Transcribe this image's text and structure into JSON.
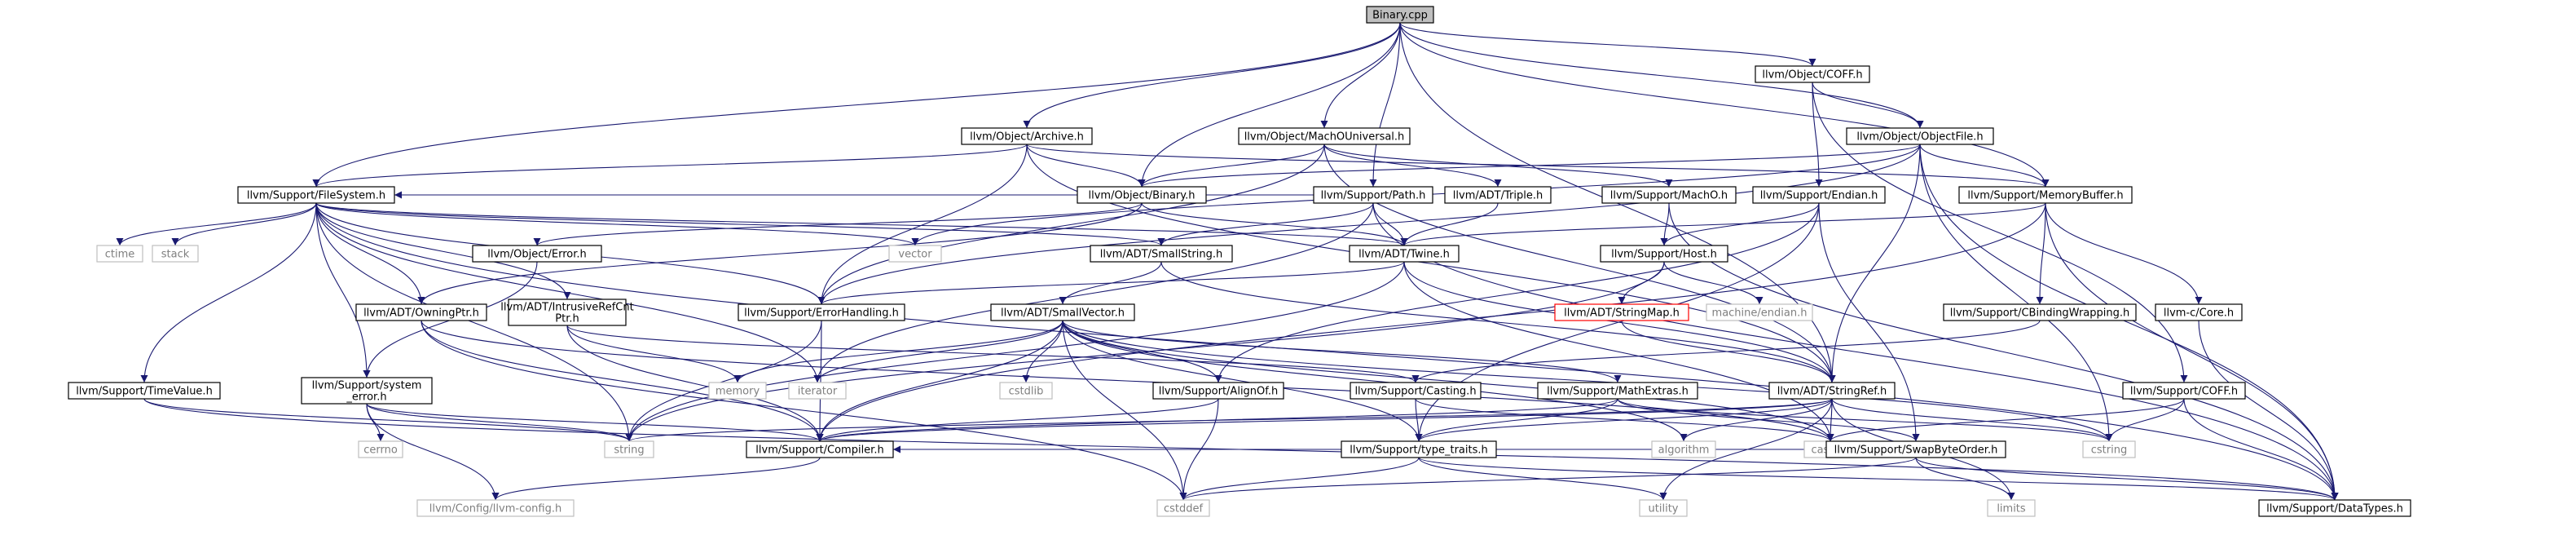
{
  "colors": {
    "edge": "#191970",
    "box_border": "#000000",
    "root_fill": "#bfbfbf",
    "external_border": "#bfbfbf",
    "external_text": "#7f7f7f",
    "truncated_border": "#ff0000",
    "text": "#000000"
  },
  "nodes": [
    {
      "id": "binary_cpp",
      "label": "Binary.cpp",
      "kind": "root"
    },
    {
      "id": "object_coff",
      "label": "llvm/Object/COFF.h",
      "kind": "normal"
    },
    {
      "id": "object_archive",
      "label": "llvm/Object/Archive.h",
      "kind": "normal"
    },
    {
      "id": "object_machouniversal",
      "label": "llvm/Object/MachOUniversal.h",
      "kind": "normal"
    },
    {
      "id": "object_objectfile",
      "label": "llvm/Object/ObjectFile.h",
      "kind": "normal"
    },
    {
      "id": "support_filesystem",
      "label": "llvm/Support/FileSystem.h",
      "kind": "normal"
    },
    {
      "id": "object_binary",
      "label": "llvm/Object/Binary.h",
      "kind": "normal"
    },
    {
      "id": "support_path",
      "label": "llvm/Support/Path.h",
      "kind": "normal"
    },
    {
      "id": "adt_triple",
      "label": "llvm/ADT/Triple.h",
      "kind": "normal"
    },
    {
      "id": "support_macho",
      "label": "llvm/Support/MachO.h",
      "kind": "normal"
    },
    {
      "id": "support_endian",
      "label": "llvm/Support/Endian.h",
      "kind": "normal"
    },
    {
      "id": "support_memorybuffer",
      "label": "llvm/Support/MemoryBuffer.h",
      "kind": "normal"
    },
    {
      "id": "ctime",
      "label": "ctime",
      "kind": "external"
    },
    {
      "id": "stack",
      "label": "stack",
      "kind": "external"
    },
    {
      "id": "vector",
      "label": "vector",
      "kind": "external"
    },
    {
      "id": "object_error",
      "label": "llvm/Object/Error.h",
      "kind": "normal"
    },
    {
      "id": "adt_smallstring",
      "label": "llvm/ADT/SmallString.h",
      "kind": "normal"
    },
    {
      "id": "adt_twine",
      "label": "llvm/ADT/Twine.h",
      "kind": "normal"
    },
    {
      "id": "support_host",
      "label": "llvm/Support/Host.h",
      "kind": "normal"
    },
    {
      "id": "adt_owningptr",
      "label": "llvm/ADT/OwningPtr.h",
      "kind": "normal"
    },
    {
      "id": "adt_intrusiverefcntptr",
      "label": "llvm/ADT/IntrusiveRefCnt\nPtr.h",
      "kind": "normal"
    },
    {
      "id": "support_errorhandling",
      "label": "llvm/Support/ErrorHandling.h",
      "kind": "normal"
    },
    {
      "id": "adt_stringmap",
      "label": "llvm/ADT/StringMap.h",
      "kind": "truncated"
    },
    {
      "id": "machine_endian",
      "label": "machine/endian.h",
      "kind": "external"
    },
    {
      "id": "support_cbindingwrapping",
      "label": "llvm/Support/CBindingWrapping.h",
      "kind": "normal"
    },
    {
      "id": "llvm_c_core",
      "label": "llvm-c/Core.h",
      "kind": "normal"
    },
    {
      "id": "adt_smallvector",
      "label": "llvm/ADT/SmallVector.h",
      "kind": "normal"
    },
    {
      "id": "timevalue",
      "label": "llvm/Support/TimeValue.h",
      "kind": "normal"
    },
    {
      "id": "system_error",
      "label": "llvm/Support/system\n_error.h",
      "kind": "normal"
    },
    {
      "id": "memory",
      "label": "memory",
      "kind": "external"
    },
    {
      "id": "iterator",
      "label": "iterator",
      "kind": "external"
    },
    {
      "id": "cstdlib",
      "label": "cstdlib",
      "kind": "external"
    },
    {
      "id": "support_alignof",
      "label": "llvm/Support/AlignOf.h",
      "kind": "normal"
    },
    {
      "id": "support_casting",
      "label": "llvm/Support/Casting.h",
      "kind": "normal"
    },
    {
      "id": "support_mathextras",
      "label": "llvm/Support/MathExtras.h",
      "kind": "normal"
    },
    {
      "id": "adt_stringref",
      "label": "llvm/ADT/StringRef.h",
      "kind": "normal"
    },
    {
      "id": "support_coff",
      "label": "llvm/Support/COFF.h",
      "kind": "normal"
    },
    {
      "id": "cerrno",
      "label": "cerrno",
      "kind": "external"
    },
    {
      "id": "string",
      "label": "string",
      "kind": "external"
    },
    {
      "id": "support_compiler",
      "label": "llvm/Support/Compiler.h",
      "kind": "normal"
    },
    {
      "id": "type_traits",
      "label": "llvm/Support/type_traits.h",
      "kind": "normal"
    },
    {
      "id": "cassert",
      "label": "cassert",
      "kind": "external"
    },
    {
      "id": "algorithm",
      "label": "algorithm",
      "kind": "external"
    },
    {
      "id": "cstring",
      "label": "cstring",
      "kind": "external"
    },
    {
      "id": "swapbyteorder",
      "label": "llvm/Support/SwapByteOrder.h",
      "kind": "normal"
    },
    {
      "id": "config",
      "label": "llvm/Config/llvm-config.h",
      "kind": "external"
    },
    {
      "id": "cstddef",
      "label": "cstddef",
      "kind": "external"
    },
    {
      "id": "utility",
      "label": "utility",
      "kind": "external"
    },
    {
      "id": "limits",
      "label": "limits",
      "kind": "external"
    },
    {
      "id": "datatypes",
      "label": "llvm/Support/DataTypes.h",
      "kind": "normal"
    }
  ],
  "edges": [
    [
      "binary_cpp",
      "object_coff"
    ],
    [
      "binary_cpp",
      "object_archive"
    ],
    [
      "binary_cpp",
      "object_machouniversal"
    ],
    [
      "binary_cpp",
      "object_objectfile"
    ],
    [
      "binary_cpp",
      "support_filesystem"
    ],
    [
      "binary_cpp",
      "object_binary"
    ],
    [
      "binary_cpp",
      "support_path"
    ],
    [
      "binary_cpp",
      "support_memorybuffer"
    ],
    [
      "binary_cpp",
      "adt_stringref"
    ],
    [
      "object_coff",
      "object_objectfile"
    ],
    [
      "object_coff",
      "support_endian"
    ],
    [
      "object_coff",
      "support_coff"
    ],
    [
      "object_archive",
      "support_filesystem"
    ],
    [
      "object_archive",
      "object_binary"
    ],
    [
      "object_archive",
      "adt_stringref"
    ],
    [
      "object_archive",
      "support_memorybuffer"
    ],
    [
      "object_archive",
      "support_errorhandling"
    ],
    [
      "object_machouniversal",
      "object_binary"
    ],
    [
      "object_machouniversal",
      "adt_triple"
    ],
    [
      "object_machouniversal",
      "support_macho"
    ],
    [
      "object_machouniversal",
      "adt_stringref"
    ],
    [
      "object_machouniversal",
      "support_errorhandling"
    ],
    [
      "object_objectfile",
      "object_binary"
    ],
    [
      "object_objectfile",
      "support_memorybuffer"
    ],
    [
      "object_objectfile",
      "datatypes"
    ],
    [
      "object_objectfile",
      "support_errorhandling"
    ],
    [
      "object_objectfile",
      "adt_stringref"
    ],
    [
      "object_objectfile",
      "cstring"
    ],
    [
      "object_objectfile",
      "vector"
    ],
    [
      "support_filesystem",
      "ctime"
    ],
    [
      "support_filesystem",
      "stack"
    ],
    [
      "support_filesystem",
      "vector"
    ],
    [
      "support_filesystem",
      "adt_smallstring"
    ],
    [
      "support_filesystem",
      "adt_twine"
    ],
    [
      "support_filesystem",
      "adt_owningptr"
    ],
    [
      "support_filesystem",
      "adt_intrusiverefcntptr"
    ],
    [
      "support_filesystem",
      "support_errorhandling"
    ],
    [
      "support_filesystem",
      "timevalue"
    ],
    [
      "support_filesystem",
      "system_error"
    ],
    [
      "support_filesystem",
      "string"
    ],
    [
      "support_filesystem",
      "iterator"
    ],
    [
      "support_filesystem",
      "datatypes"
    ],
    [
      "object_binary",
      "object_error"
    ],
    [
      "object_binary",
      "adt_owningptr"
    ],
    [
      "object_binary",
      "adt_twine"
    ],
    [
      "support_path",
      "adt_smallstring"
    ],
    [
      "support_path",
      "adt_twine"
    ],
    [
      "support_path",
      "support_filesystem"
    ],
    [
      "support_path",
      "iterator"
    ],
    [
      "support_path",
      "datatypes"
    ],
    [
      "adt_triple",
      "adt_twine"
    ],
    [
      "support_macho",
      "support_host"
    ],
    [
      "support_macho",
      "datatypes"
    ],
    [
      "support_endian",
      "support_host"
    ],
    [
      "support_endian",
      "swapbyteorder"
    ],
    [
      "support_endian",
      "type_traits"
    ],
    [
      "support_endian",
      "support_alignof"
    ],
    [
      "support_memorybuffer",
      "adt_twine"
    ],
    [
      "support_memorybuffer",
      "support_cbindingwrapping"
    ],
    [
      "support_memorybuffer",
      "llvm_c_core"
    ],
    [
      "support_memorybuffer",
      "support_compiler"
    ],
    [
      "support_memorybuffer",
      "datatypes"
    ],
    [
      "object_error",
      "system_error"
    ],
    [
      "adt_smallstring",
      "adt_smallvector"
    ],
    [
      "adt_smallstring",
      "adt_stringref"
    ],
    [
      "adt_twine",
      "adt_stringref"
    ],
    [
      "adt_twine",
      "support_errorhandling"
    ],
    [
      "adt_twine",
      "cassert"
    ],
    [
      "adt_twine",
      "string"
    ],
    [
      "support_host",
      "adt_stringmap"
    ],
    [
      "support_host",
      "machine_endian"
    ],
    [
      "support_host",
      "string"
    ],
    [
      "adt_owningptr",
      "support_compiler"
    ],
    [
      "adt_owningptr",
      "cassert"
    ],
    [
      "adt_owningptr",
      "cstddef"
    ],
    [
      "adt_intrusiverefcntptr",
      "memory"
    ],
    [
      "adt_intrusiverefcntptr",
      "support_casting"
    ],
    [
      "adt_intrusiverefcntptr",
      "support_compiler"
    ],
    [
      "support_errorhandling",
      "support_compiler"
    ],
    [
      "support_errorhandling",
      "string"
    ],
    [
      "adt_stringmap",
      "adt_stringref"
    ],
    [
      "support_cbindingwrapping",
      "support_casting"
    ],
    [
      "llvm_c_core",
      "datatypes"
    ],
    [
      "adt_smallvector",
      "support_alignof"
    ],
    [
      "adt_smallvector",
      "support_compiler"
    ],
    [
      "adt_smallvector",
      "support_mathextras"
    ],
    [
      "adt_smallvector",
      "type_traits"
    ],
    [
      "adt_smallvector",
      "algorithm"
    ],
    [
      "adt_smallvector",
      "cassert"
    ],
    [
      "adt_smallvector",
      "cstddef"
    ],
    [
      "adt_smallvector",
      "cstdlib"
    ],
    [
      "adt_smallvector",
      "cstring"
    ],
    [
      "adt_smallvector",
      "iterator"
    ],
    [
      "adt_smallvector",
      "memory"
    ],
    [
      "timevalue",
      "datatypes"
    ],
    [
      "timevalue",
      "string"
    ],
    [
      "system_error",
      "support_compiler"
    ],
    [
      "system_error",
      "cerrno"
    ],
    [
      "system_error",
      "string"
    ],
    [
      "system_error",
      "config"
    ],
    [
      "support_alignof",
      "support_compiler"
    ],
    [
      "support_alignof",
      "cstddef"
    ],
    [
      "support_casting",
      "type_traits"
    ],
    [
      "support_casting",
      "cassert"
    ],
    [
      "support_mathextras",
      "support_compiler"
    ],
    [
      "support_mathextras",
      "swapbyteorder"
    ],
    [
      "support_mathextras",
      "type_traits"
    ],
    [
      "support_mathextras",
      "cstring"
    ],
    [
      "adt_stringref",
      "support_compiler"
    ],
    [
      "adt_stringref",
      "type_traits"
    ],
    [
      "adt_stringref",
      "algorithm"
    ],
    [
      "adt_stringref",
      "cassert"
    ],
    [
      "adt_stringref",
      "cstring"
    ],
    [
      "adt_stringref",
      "limits"
    ],
    [
      "adt_stringref",
      "string"
    ],
    [
      "adt_stringref",
      "utility"
    ],
    [
      "support_coff",
      "datatypes"
    ],
    [
      "support_coff",
      "cassert"
    ],
    [
      "support_coff",
      "cstring"
    ],
    [
      "support_compiler",
      "config"
    ],
    [
      "type_traits",
      "datatypes"
    ],
    [
      "type_traits",
      "cstddef"
    ],
    [
      "type_traits",
      "utility"
    ],
    [
      "swapbyteorder",
      "support_compiler"
    ],
    [
      "swapbyteorder",
      "datatypes"
    ],
    [
      "swapbyteorder",
      "cstddef"
    ],
    [
      "swapbyteorder",
      "limits"
    ]
  ]
}
